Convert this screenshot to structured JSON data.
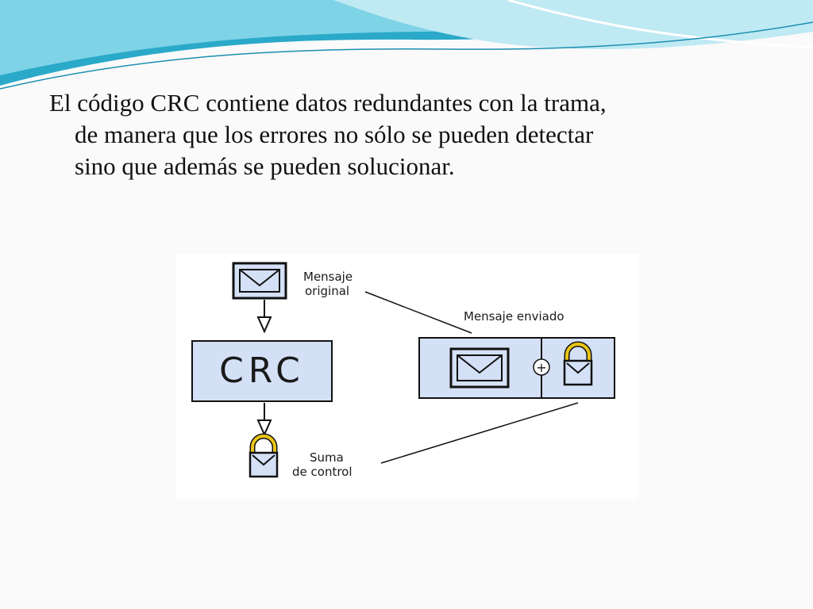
{
  "paragraph": {
    "line1": "El código CRC contiene datos redundantes con la trama,",
    "line2": "de manera que los errores no sólo se pueden detectar",
    "line3": "sino que además se pueden solucionar."
  },
  "diagram": {
    "original_label_1": "Mensaje",
    "original_label_2": "original",
    "crc_box_label": "CRC",
    "sent_label": "Mensaje enviado",
    "plus_symbol": "+",
    "checksum_label_1": "Suma",
    "checksum_label_2": "de control",
    "box_fill": "#d4e0f5",
    "lock_color": "#e9c618",
    "stroke_color": "#111111"
  },
  "theme": {
    "wave_colors": [
      "#2aa9c9",
      "#7fd3e6",
      "#bfe9f3"
    ],
    "background": "#fafafa"
  }
}
